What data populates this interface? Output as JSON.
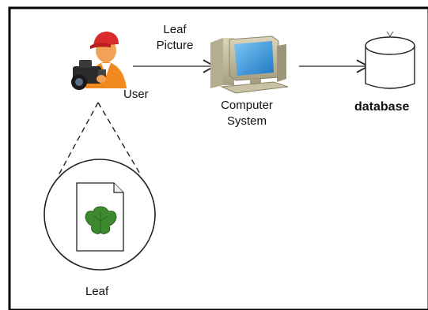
{
  "diagram": {
    "edge_user_to_computer": {
      "line1": "Leaf",
      "line2": "Picture"
    },
    "nodes": {
      "user": {
        "label": "User",
        "icon": "user-with-camera-icon"
      },
      "computer": {
        "label_line1": "Computer",
        "label_line2": "System",
        "icon": "desktop-computer-icon"
      },
      "database": {
        "label": "database",
        "icon": "database-cylinder-icon"
      },
      "leaf": {
        "label": "Leaf",
        "icon": "leaf-photo-icon"
      }
    },
    "colors": {
      "frame": "#000000",
      "cap": "#d92b2b",
      "skin": "#f2a256",
      "camera": "#2b2b2b",
      "screen": "#3aa1e6",
      "monitor_case": "#c9c2a6",
      "leaf": "#3d8a2e",
      "glow": "#cfe3f5"
    }
  }
}
